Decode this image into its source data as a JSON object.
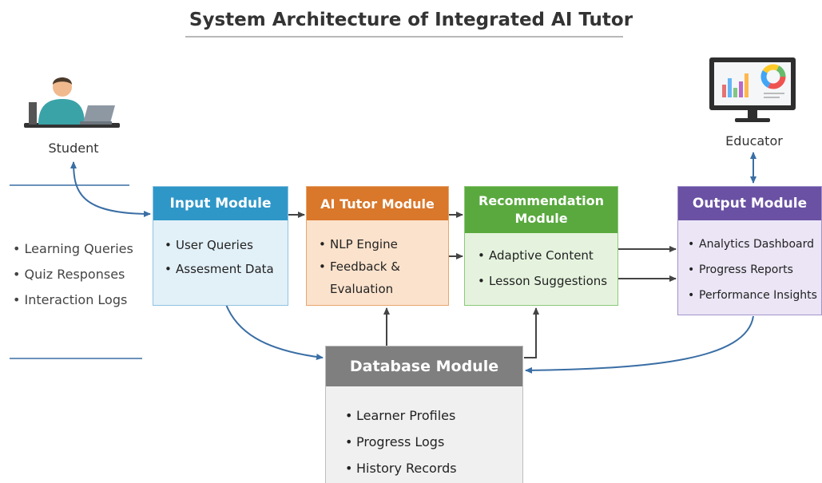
{
  "title": "System Architecture of Integrated AI Tutor",
  "actors": {
    "student": "Student",
    "educator": "Educator"
  },
  "input_items": [
    "Learning Queries",
    "Quiz Responses",
    "Interaction Logs"
  ],
  "modules": {
    "input": {
      "title": "Input Module",
      "items": [
        "User Queries",
        "Assesment Data"
      ]
    },
    "ai_tutor": {
      "title": "AI Tutor Module",
      "items": [
        "NLP Engine",
        "Feedback & Evaluation"
      ]
    },
    "recommendation": {
      "title": "Recommendation Module",
      "items": [
        "Adaptive Content",
        "Lesson Suggestions"
      ]
    },
    "output": {
      "title": "Output Module",
      "items": [
        "Analytics Dashboard",
        "Progress Reports",
        "Performance Insights"
      ]
    },
    "database": {
      "title": "Database Module",
      "items": [
        "Learner Profiles",
        "Progress Logs",
        "History Records"
      ]
    }
  },
  "colors": {
    "input": "#2f97c8",
    "ai_tutor": "#d9772a",
    "recommendation": "#5aa93f",
    "output": "#6a51a3",
    "database": "#7f7f7f",
    "connector": "#3a6ea5"
  }
}
